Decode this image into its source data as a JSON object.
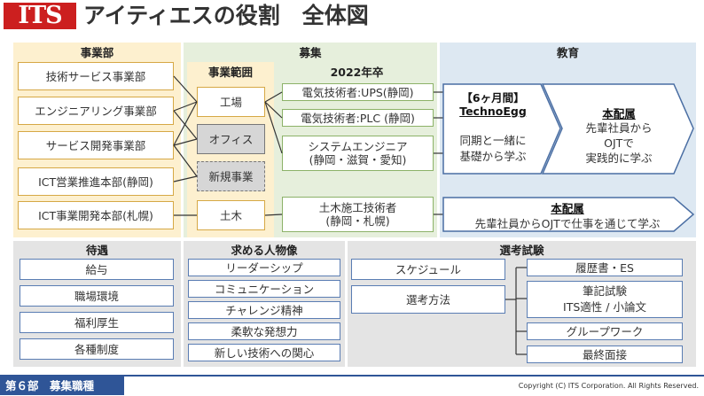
{
  "header": {
    "logo": "ITS",
    "title": "アイティエスの役割　全体図"
  },
  "sections": {
    "departments": {
      "title": "事業部",
      "items": [
        "技術サービス事業部",
        "エンジニアリング事業部",
        "サービス開発事業部",
        "ICT営業推進本部(静岡)",
        "ICT事業開発本部(札幌)"
      ]
    },
    "recruitment": {
      "title": "募集",
      "scope_title": "事業範囲",
      "scope_items": [
        "工場",
        "オフィス",
        "新規事業",
        "土木"
      ],
      "year_title": "2022年卒",
      "jobs": [
        "電気技術者:UPS(静岡)",
        "電気技術者:PLC (静岡)",
        "システムエンジニア\n(静岡・滋賀・愛知)",
        "土木施工技術者\n(静岡・札幌)"
      ]
    },
    "education": {
      "title": "教育",
      "stage1_title": "【6ヶ月間】",
      "stage1_subtitle": "TechnoEgg",
      "stage1_body": "同期と一緒に\n基礎から学ぶ",
      "stage2_title": "本配属",
      "stage2_body": "先輩社員から\nOJTで\n実践的に学ぶ",
      "stage3_title": "本配属",
      "stage3_body": "先輩社員からOJTで仕事を通じて学ぶ"
    },
    "benefits": {
      "title": "待遇",
      "items": [
        "給与",
        "職場環境",
        "福利厚生",
        "各種制度"
      ]
    },
    "persona": {
      "title": "求める人物像",
      "items": [
        "リーダーシップ",
        "コミュニケーション",
        "チャレンジ精神",
        "柔軟な発想力",
        "新しい技術への関心"
      ]
    },
    "selection": {
      "title": "選考試験",
      "left_items": [
        "スケジュール",
        "選考方法"
      ],
      "right_items": [
        "履歴書・ES",
        "筆記試験\nITS適性 / 小論文",
        "グループワーク",
        "最終面接"
      ]
    }
  },
  "footer": {
    "label": "第６部　募集職種",
    "copyright": "Copyright (C) ITS Corporation. All Rights Reserved."
  },
  "colors": {
    "brand_red": "#cc1f1f",
    "footer_blue": "#2f5597",
    "yellow_panel": "#fdf0cf",
    "green_panel": "#e6efdc",
    "blue_panel": "#dde8f2",
    "gray_panel": "#e4e4e4"
  }
}
